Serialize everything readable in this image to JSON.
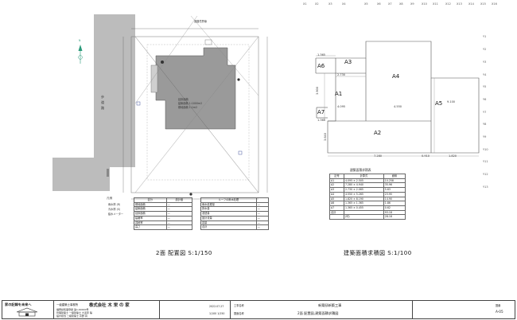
{
  "site_plan": {
    "title": "2面 配置図 S:1/150",
    "north_label": "N",
    "top_road_label": "道路境界線",
    "west_road_labels": [
      "歩",
      "道",
      "路"
    ],
    "building_notes": [
      "延床面積",
      "建築面積 1:1000m2",
      "敷地面積 1:1m2"
    ],
    "legend_heading": "凡例",
    "legend_items": [
      "雨水桝 (R)",
      "汚水桝 (S)",
      "給水メーター"
    ],
    "table_a": {
      "header": [
        "区分",
        "設計値"
      ],
      "rows": [
        [
          "敷地面積",
          "—"
        ],
        [
          "建築面積",
          "—"
        ],
        [
          "延床面積",
          "—"
        ],
        [
          "建蔽率",
          "—"
        ],
        [
          "容積率",
          "—"
        ],
        [
          "高さ",
          "—"
        ]
      ]
    },
    "table_b": {
      "header": [
        "ルーフの雨水処理",
        ""
      ],
      "rows": [
        [
          "雨水処理量",
          "—"
        ],
        [
          "排水量",
          "—"
        ],
        [
          "浸透量",
          "—"
        ],
        [
          "設計流量",
          "—"
        ],
        [
          "容量",
          "—"
        ],
        [
          "合計",
          "—"
        ]
      ]
    }
  },
  "area_plan": {
    "title": "建築面積求積図 S:1/100",
    "zones": [
      "A1",
      "A2",
      "A3",
      "A4",
      "A5",
      "A6",
      "A7"
    ],
    "dims": [
      "1.365",
      "2.730",
      "4.095",
      "9.100",
      "7.280",
      "3.900",
      "3.640",
      "1.820",
      "0.910",
      "4.550",
      "1.365"
    ],
    "top_grid": [
      "X1",
      "X2",
      "X3",
      "X4",
      "X5",
      "X6",
      "X7",
      "X8",
      "X9",
      "X10",
      "X11",
      "X12",
      "X13",
      "X14",
      "X15",
      "X16"
    ],
    "side_grid": [
      "Y1",
      "Y2",
      "Y3",
      "Y4",
      "Y5",
      "Y6",
      "Y7",
      "Y8",
      "Y9",
      "Y10",
      "Y11",
      "Y12",
      "Y13"
    ],
    "table": {
      "caption": "建築面積求積表",
      "header": [
        "記号",
        "計算式",
        "面積"
      ],
      "rows": [
        [
          "A1",
          "4.095 × 2.505",
          "10.258"
        ],
        [
          "A2",
          "7.280 × 4.940",
          "35.96"
        ],
        [
          "A3",
          "2.730 × 2.065",
          "5.63"
        ],
        [
          "A4",
          "4.550 × 5.265",
          "23.95"
        ],
        [
          "A5",
          "1.820 × 8.190",
          "14.90"
        ],
        [
          "A6",
          "1.365 × 1.365",
          "1.86"
        ],
        [
          "A7",
          "1.365 × 0.455",
          "0.62"
        ]
      ],
      "total_label": "合計",
      "total_value": "93.18",
      "sub_label": "(坪)",
      "sub_value": "28.18"
    }
  },
  "title_block": {
    "logo_text": "家の記録を未来へ",
    "company_cert": "一級建築士事務所",
    "company_name": "株式会社 木 栄 の 家",
    "company_lines": [
      "福岡県知事登録 第1-60000号",
      "管理建築士 一級建築士 大道寺 陽",
      "設計担当 二級建築士 高野 真"
    ],
    "date": "2022.07.27",
    "scale_label": "1/100 1/150",
    "project_label": "工事名称",
    "project_name": "新築邸新築工事",
    "drawing_label": "図面名称",
    "drawing_name": "2面 配置図,建築面積求積図",
    "sheet_label": "図番",
    "sheet_no": "A-05"
  }
}
